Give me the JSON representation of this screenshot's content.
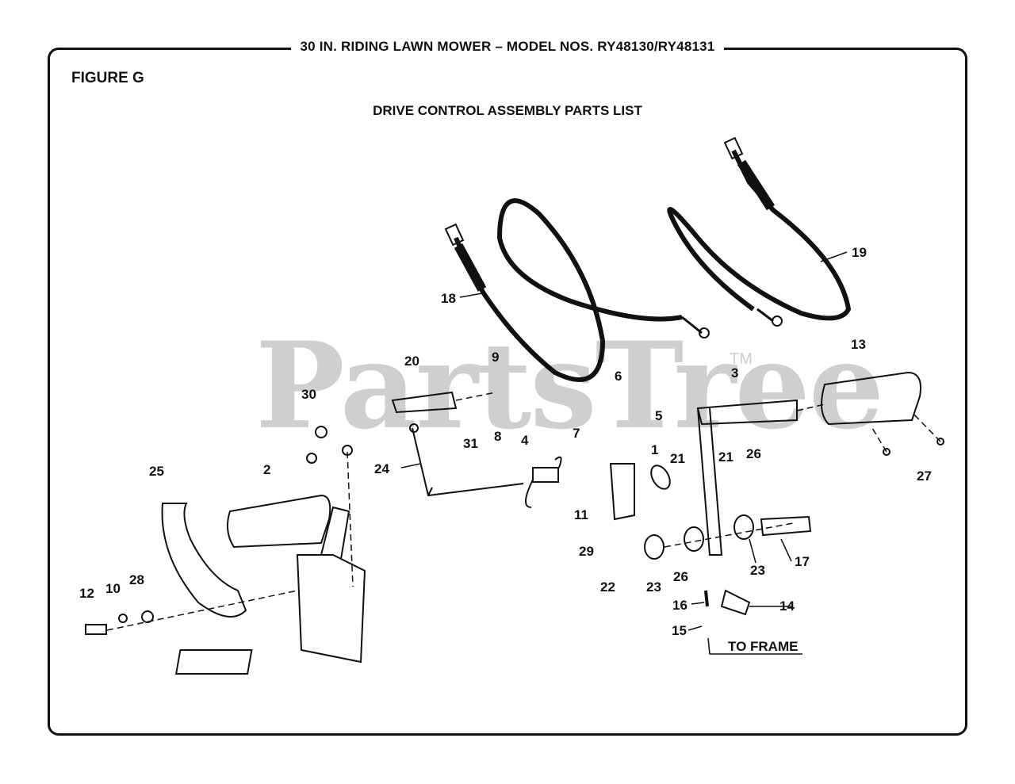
{
  "header": {
    "title": "30 IN. RIDING LAWN MOWER – MODEL NOS. RY48130/RY48131",
    "figure": "FIGURE G",
    "subtitle": "DRIVE CONTROL ASSEMBLY PARTS LIST"
  },
  "watermark": {
    "text": "PartsTree",
    "tm": "TM"
  },
  "note": {
    "to_frame": "TO FRAME"
  },
  "callouts": {
    "c1": "1",
    "c2": "2",
    "c3": "3",
    "c4": "4",
    "c5": "5",
    "c6": "6",
    "c7": "7",
    "c8": "8",
    "c9": "9",
    "c10": "10",
    "c11": "11",
    "c12": "12",
    "c13": "13",
    "c14": "14",
    "c15": "15",
    "c16": "16",
    "c17": "17",
    "c18": "18",
    "c19": "19",
    "c20": "20",
    "c21a": "21",
    "c21b": "21",
    "c22": "22",
    "c23a": "23",
    "c23b": "23",
    "c24": "24",
    "c25": "25",
    "c26a": "26",
    "c26b": "26",
    "c27": "27",
    "c28": "28",
    "c29": "29",
    "c30": "30",
    "c31": "31"
  },
  "colors": {
    "ink": "#111111",
    "watermark": "#cfcfcf",
    "background": "#ffffff"
  }
}
